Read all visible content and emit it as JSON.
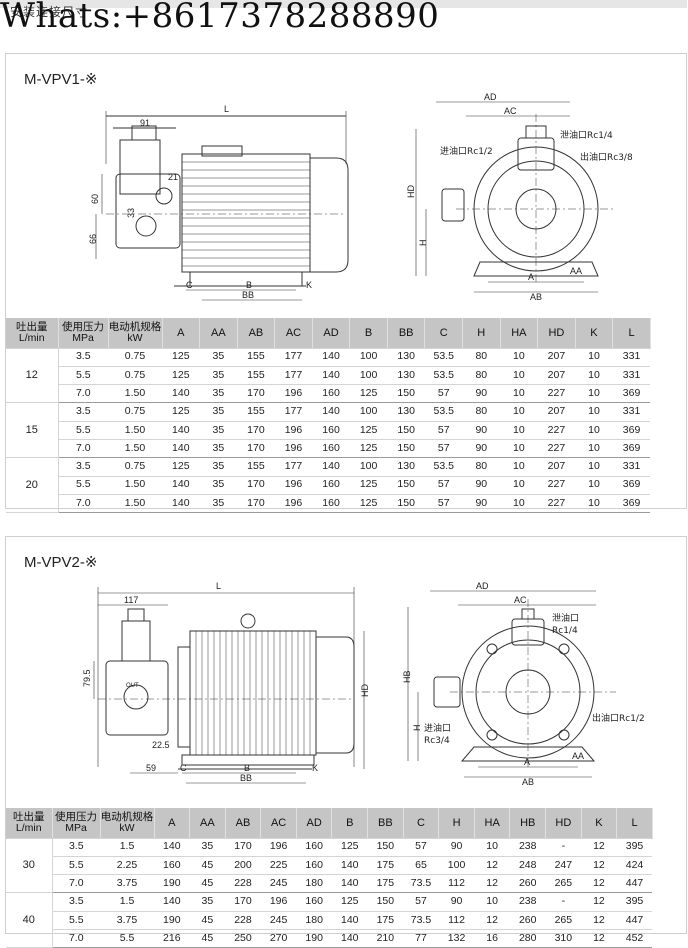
{
  "header": {
    "title": "安装连接尺寸",
    "watermark": "Whats:+8617378288890"
  },
  "section1": {
    "model": "M-VPV1-※",
    "side_view": {
      "L": "L",
      "d91": "91",
      "d21": "21",
      "d60": "60",
      "d33": "33",
      "d66": "66",
      "C": "C",
      "B": "B",
      "BB": "BB",
      "K": "K"
    },
    "front_view": {
      "AD": "AD",
      "AC": "AC",
      "drain": "泄油口Rc1/4",
      "inlet": "进油口Rc1/2",
      "outlet": "出油口Rc3/8",
      "HD": "HD",
      "H": "H",
      "A": "A",
      "AA": "AA",
      "AB": "AB"
    },
    "table": {
      "headers": [
        "吐出量\nL/min",
        "使用压力\nMPa",
        "电动机规格\nkW",
        "A",
        "AA",
        "AB",
        "AC",
        "AD",
        "B",
        "BB",
        "C",
        "H",
        "HA",
        "HD",
        "K",
        "L"
      ],
      "groups": [
        {
          "flow": "12",
          "rows": [
            [
              "3.5",
              "0.75",
              "125",
              "35",
              "155",
              "177",
              "140",
              "100",
              "130",
              "53.5",
              "80",
              "10",
              "207",
              "10",
              "331"
            ],
            [
              "5.5",
              "0.75",
              "125",
              "35",
              "155",
              "177",
              "140",
              "100",
              "130",
              "53.5",
              "80",
              "10",
              "207",
              "10",
              "331"
            ],
            [
              "7.0",
              "1.50",
              "140",
              "35",
              "170",
              "196",
              "160",
              "125",
              "150",
              "57",
              "90",
              "10",
              "227",
              "10",
              "369"
            ]
          ]
        },
        {
          "flow": "15",
          "rows": [
            [
              "3.5",
              "0.75",
              "125",
              "35",
              "155",
              "177",
              "140",
              "100",
              "130",
              "53.5",
              "80",
              "10",
              "207",
              "10",
              "331"
            ],
            [
              "5.5",
              "1.50",
              "140",
              "35",
              "170",
              "196",
              "160",
              "125",
              "150",
              "57",
              "90",
              "10",
              "227",
              "10",
              "369"
            ],
            [
              "7.0",
              "1.50",
              "140",
              "35",
              "170",
              "196",
              "160",
              "125",
              "150",
              "57",
              "90",
              "10",
              "227",
              "10",
              "369"
            ]
          ]
        },
        {
          "flow": "20",
          "rows": [
            [
              "3.5",
              "0.75",
              "125",
              "35",
              "155",
              "177",
              "140",
              "100",
              "130",
              "53.5",
              "80",
              "10",
              "207",
              "10",
              "331"
            ],
            [
              "5.5",
              "1.50",
              "140",
              "35",
              "170",
              "196",
              "160",
              "125",
              "150",
              "57",
              "90",
              "10",
              "227",
              "10",
              "369"
            ],
            [
              "7.0",
              "1.50",
              "140",
              "35",
              "170",
              "196",
              "160",
              "125",
              "150",
              "57",
              "90",
              "10",
              "227",
              "10",
              "369"
            ]
          ]
        }
      ]
    }
  },
  "section2": {
    "model": "M-VPV2-※",
    "side_view": {
      "L": "L",
      "d117": "117",
      "d79_5": "79.5",
      "d22_5": "22.5",
      "HD": "HD",
      "d59": "59",
      "C": "C",
      "B": "B",
      "BB": "BB",
      "K": "K",
      "out": "OUT"
    },
    "front_view": {
      "AD": "AD",
      "AC": "AC",
      "drain": "泄油口",
      "drain_size": "Rc1/4",
      "HB": "HB",
      "inlet": "进油口",
      "inlet_size": "Rc3/4",
      "outlet": "出油口Rc1/2",
      "H": "H",
      "A": "A",
      "AA": "AA",
      "AB": "AB"
    },
    "table": {
      "headers": [
        "吐出量\nL/min",
        "使用压力\nMPa",
        "电动机规格\nkW",
        "A",
        "AA",
        "AB",
        "AC",
        "AD",
        "B",
        "BB",
        "C",
        "H",
        "HA",
        "HB",
        "HD",
        "K",
        "L"
      ],
      "groups": [
        {
          "flow": "30",
          "rows": [
            [
              "3.5",
              "1.5",
              "140",
              "35",
              "170",
              "196",
              "160",
              "125",
              "150",
              "57",
              "90",
              "10",
              "238",
              "-",
              "12",
              "395"
            ],
            [
              "5.5",
              "2.25",
              "160",
              "45",
              "200",
              "225",
              "160",
              "140",
              "175",
              "65",
              "100",
              "12",
              "248",
              "247",
              "12",
              "424"
            ],
            [
              "7.0",
              "3.75",
              "190",
              "45",
              "228",
              "245",
              "180",
              "140",
              "175",
              "73.5",
              "112",
              "12",
              "260",
              "265",
              "12",
              "447"
            ]
          ]
        },
        {
          "flow": "40",
          "rows": [
            [
              "3.5",
              "1.5",
              "140",
              "35",
              "170",
              "196",
              "160",
              "125",
              "150",
              "57",
              "90",
              "10",
              "238",
              "-",
              "12",
              "395"
            ],
            [
              "5.5",
              "3.75",
              "190",
              "45",
              "228",
              "245",
              "180",
              "140",
              "175",
              "73.5",
              "112",
              "12",
              "260",
              "265",
              "12",
              "447"
            ],
            [
              "7.0",
              "5.5",
              "216",
              "45",
              "250",
              "270",
              "190",
              "140",
              "210",
              "77",
              "132",
              "16",
              "280",
              "310",
              "12",
              "452"
            ]
          ]
        }
      ]
    }
  }
}
